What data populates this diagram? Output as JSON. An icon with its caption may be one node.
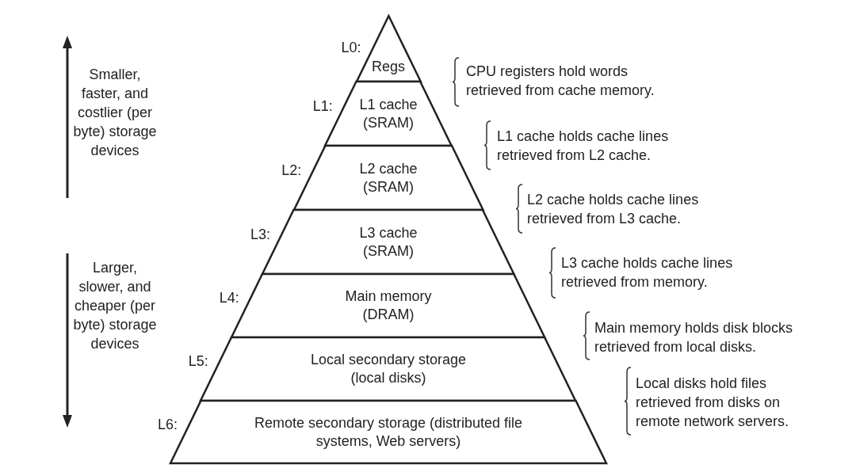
{
  "diagram": {
    "nodes": [
      {
        "text": [
          "Regs"
        ],
        "beside": [
          "L0:"
        ]
      },
      {
        "text": [
          "L1 cache (SRAM)"
        ],
        "beside": [
          "L1:"
        ]
      },
      {
        "text": [
          "L2 cache (SRAM)"
        ],
        "beside": [
          "L2:"
        ]
      },
      {
        "text": [
          "L3 cache (SRAM)"
        ],
        "beside": [
          "L3:"
        ]
      },
      {
        "text": [
          "Main memory (DRAM)"
        ],
        "beside": [
          "L4:"
        ]
      },
      {
        "text": [
          "Local secondary storage (local disks)"
        ],
        "beside": [
          "L5:"
        ]
      },
      {
        "text": [
          "Remote secondary storage (distributed file systems, Web servers)"
        ],
        "beside": [
          "L6:"
        ]
      }
    ],
    "edges": [],
    "labels": [
      "Smaller, faster, and costlier (per byte) storage devices",
      "Larger, slower, and cheaper (per byte) storage devices",
      "CPU registers hold words retrieved from cache memory.",
      "L1 cache holds cache lines retrieved from L2 cache.",
      "L2 cache holds cache lines retrieved from L3 cache.",
      "L3 cache holds cache lines retrieved from memory.",
      "Main memory holds disk blocks retrieved from local disks.",
      "Local disks hold files retrieved from disks on remote network servers."
    ]
  }
}
